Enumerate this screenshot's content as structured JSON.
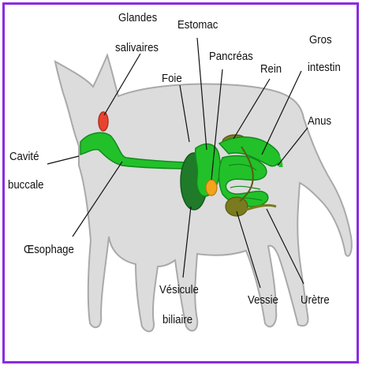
{
  "border_color": "#8a2be2",
  "labels": {
    "glandes": "Glandes",
    "salivaires": "salivaires",
    "estomac": "Estomac",
    "pancreas": "Pancréas",
    "foie": "Foie",
    "rein": "Rein",
    "gros": "Gros",
    "intestin": "intestin",
    "anus": "Anus",
    "cavite": "Cavité",
    "buccale": "buccale",
    "oesophage": "Œsophage",
    "vesicule": "Vésicule",
    "biliaire": "biliaire",
    "vessie": "Vessie",
    "uretre": "Urètre"
  },
  "colors": {
    "body": "#dcdcdc",
    "body_outline": "#a9a9a9",
    "digestive": "#22c12a",
    "liver": "#1f7a2a",
    "kidney": "#7a7a1f",
    "pancreas": "#f2a51a",
    "salivary": "#e8432e"
  }
}
